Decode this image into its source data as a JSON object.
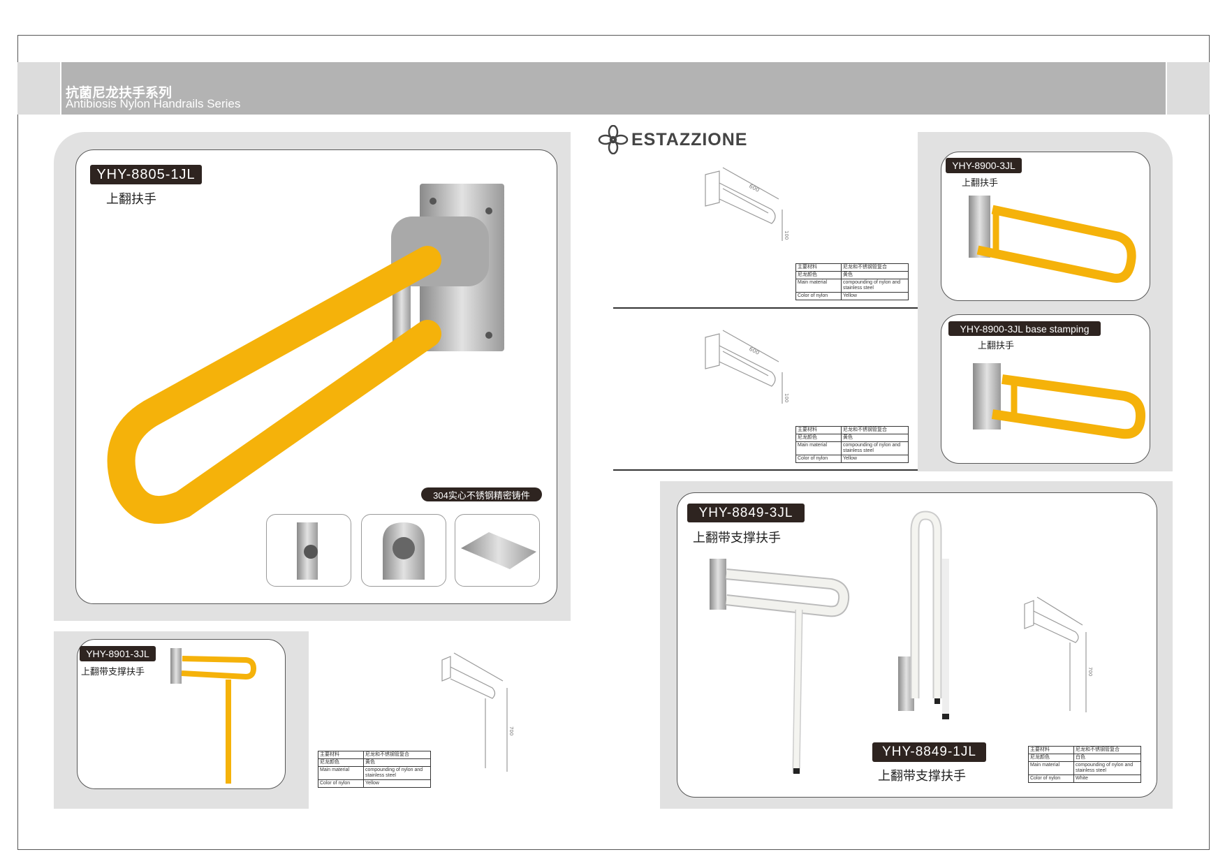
{
  "header": {
    "title_cn": "抗菌尼龙扶手系列",
    "title_en": "Antibiosis Nylon Handrails Series"
  },
  "brand": {
    "name": "ESTAZZIONE",
    "icon": "flower-logo-icon"
  },
  "products": [
    {
      "model": "YHY-8805-1JL",
      "name": "上翻扶手",
      "feature": "304实心不锈钢精密铸件"
    },
    {
      "model": "YHY-8900-3JL",
      "name": "上翻扶手"
    },
    {
      "model": "YHY-8900-3JL base stamping",
      "name": "上翻扶手"
    },
    {
      "model": "YHY-8901-3JL",
      "name": "上翻带支撑扶手"
    },
    {
      "model": "YHY-8849-3JL",
      "name": "上翻带支撑扶手"
    },
    {
      "model": "YHY-8849-1JL",
      "name": "上翻带支撑扶手"
    }
  ],
  "drawing_dims": {
    "length": "600",
    "height": "100",
    "leg": "700"
  },
  "specs": [
    {
      "material_cn_label": "主要材料",
      "material_cn": "尼龙和不锈钢管复合",
      "color_cn_label": "尼龙颜色",
      "color_cn": "黄色",
      "material_en_label": "Main material",
      "material_en": "compounding of nylon and stainless steel",
      "color_en_label": "Color of nylon",
      "color_en": "Yellow"
    },
    {
      "material_cn_label": "主要材料",
      "material_cn": "尼龙和不锈钢管复合",
      "color_cn_label": "尼龙颜色",
      "color_cn": "黄色",
      "material_en_label": "Main material",
      "material_en": "compounding of nylon and stainless steel",
      "color_en_label": "Color of nylon",
      "color_en": "Yellow"
    },
    {
      "material_cn_label": "主要材料",
      "material_cn": "尼龙和不锈钢管复合",
      "color_cn_label": "尼龙颜色",
      "color_cn": "黄色",
      "material_en_label": "Main material",
      "material_en": "compounding of nylon and stainless steel",
      "color_en_label": "Color of nylon",
      "color_en": "Yellow"
    },
    {
      "material_cn_label": "主要材料",
      "material_cn": "尼龙和不锈钢管复合",
      "color_cn_label": "尼龙颜色",
      "color_cn": "白色",
      "material_en_label": "Main material",
      "material_en": "compounding of nylon and stainless steel",
      "color_en_label": "Color of nylon",
      "color_en": "White"
    }
  ],
  "colors": {
    "yellow": "#f5b20a",
    "badge": "#2e2420",
    "panel": "#e1e1e1",
    "header": "#b3b3b3"
  }
}
